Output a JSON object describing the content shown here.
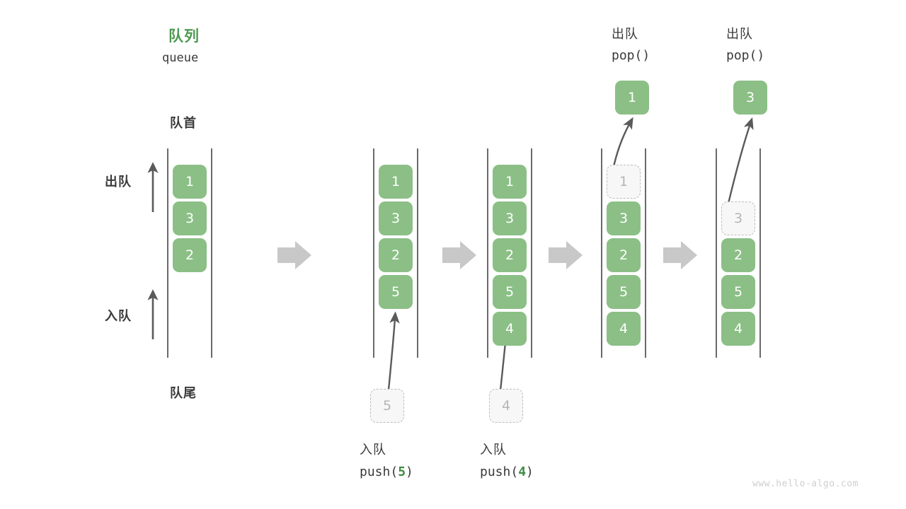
{
  "diagram": {
    "title_cn": "队列",
    "title_en": "queue",
    "front_label": "队首",
    "rear_label": "队尾",
    "dequeue_label": "出队",
    "enqueue_label": "入队",
    "watermark": "www.hello-algo.com",
    "accent_green": "#4e9a51",
    "cell_green": "#8bbf86",
    "ghost_grey": "#b5b5b5",
    "rail_color": "#444444",
    "flow_arrow_color": "#c8c8c8"
  },
  "stages": [
    {
      "id": "stage-initial",
      "cells": [
        "1",
        "3",
        "2"
      ],
      "ghost_index": null,
      "op_cn": null,
      "op_code": null,
      "popped": null,
      "pushed": null
    },
    {
      "id": "stage-push-5",
      "cells": [
        "1",
        "3",
        "2",
        "5"
      ],
      "ghost_index": null,
      "op_cn": "入队",
      "op_code_prefix": "push(",
      "op_code_value": "5",
      "op_code_suffix": ")",
      "pushed": "5"
    },
    {
      "id": "stage-push-4",
      "cells": [
        "1",
        "3",
        "2",
        "5",
        "4"
      ],
      "ghost_index": null,
      "op_cn": "入队",
      "op_code_prefix": "push(",
      "op_code_value": "4",
      "op_code_suffix": ")",
      "pushed": "4"
    },
    {
      "id": "stage-pop-1",
      "cells": [
        "1",
        "3",
        "2",
        "5",
        "4"
      ],
      "ghost_index": 0,
      "op_cn": "出队",
      "op_code_prefix": "pop(",
      "op_code_value": "",
      "op_code_suffix": ")",
      "popped": "1"
    },
    {
      "id": "stage-pop-3",
      "cells": [
        "3",
        "2",
        "5",
        "4"
      ],
      "ghost_index": 0,
      "op_cn": "出队",
      "op_code_prefix": "pop(",
      "op_code_value": "",
      "op_code_suffix": ")",
      "popped": "3"
    }
  ]
}
